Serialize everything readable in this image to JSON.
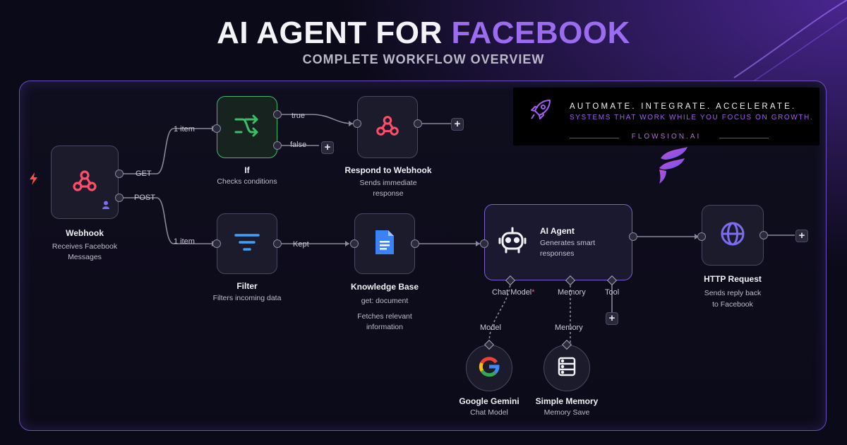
{
  "header": {
    "title_main": "AI AGENT FOR ",
    "title_accent": "FACEBOOK",
    "subtitle": "COMPLETE WORKFLOW OVERVIEW"
  },
  "promo": {
    "line1": "AUTOMATE. INTEGRATE. ACCELERATE.",
    "line2": "SYSTEMS THAT WORK WHILE YOU FOCUS ON GROWTH.",
    "brand": "FLOWSION.AI",
    "icon": "rocket-icon"
  },
  "nodes": {
    "webhook": {
      "title": "Webhook",
      "desc1": "Receives Facebook",
      "desc2": "Messages",
      "icon": "webhook-icon"
    },
    "if": {
      "title": "If",
      "desc1": "Checks conditions",
      "icon": "branch-icon"
    },
    "respond": {
      "title": "Respond to Webhook",
      "desc1": "Sends immediate",
      "desc2": "response",
      "icon": "webhook-icon"
    },
    "filter": {
      "title": "Filter",
      "desc1": "Filters incoming data",
      "icon": "filter-icon"
    },
    "kb": {
      "title": "Knowledge Base",
      "desc1": "get: document",
      "desc2": "Fetches relevant",
      "desc3": "information",
      "icon": "document-icon"
    },
    "agent": {
      "title": "AI Agent",
      "desc1": "Generates smart",
      "desc2": "responses",
      "icon": "robot-icon"
    },
    "http": {
      "title": "HTTP Request",
      "desc1": "Sends reply back",
      "desc2": "to Facebook",
      "icon": "globe-icon"
    },
    "gemini": {
      "title": "Google Gemini",
      "desc1": "Chat Model",
      "icon": "google-icon"
    },
    "memory": {
      "title": "Simple Memory",
      "desc1": "Memory Save",
      "icon": "database-icon"
    }
  },
  "edges": {
    "get": "GET",
    "post": "POST",
    "item_top": "1 item",
    "item_bottom": "1 item",
    "true": "true",
    "false": "false",
    "kept": "Kept",
    "chat_model": "Chat Model",
    "chat_model_req": "*",
    "memory": "Memory",
    "tool": "Tool",
    "model": "Model",
    "memory_sub": "Memory"
  },
  "colors": {
    "accent": "#9b6cf0",
    "webhook": "#ff4d6a",
    "if_green": "#3dbd6b",
    "filter_blue": "#3aa2ff",
    "doc_blue": "#3b82f6",
    "globe": "#7c6cf0"
  }
}
